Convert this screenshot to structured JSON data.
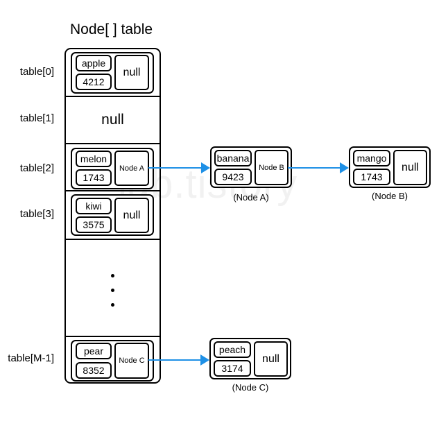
{
  "title": "Node[ ] table",
  "row_labels": [
    "table[0]",
    "table[1]",
    "table[2]",
    "table[3]",
    "table[M-1]"
  ],
  "table": {
    "row0": {
      "key": "apple",
      "hash": "4212",
      "next": "null"
    },
    "row1": {
      "value": "null"
    },
    "row2": {
      "key": "melon",
      "hash": "1743",
      "next": "Node A"
    },
    "row3": {
      "key": "kiwi",
      "hash": "3575",
      "next": "null"
    },
    "rowM": {
      "key": "pear",
      "hash": "8352",
      "next": "Node C"
    }
  },
  "nodes": {
    "A": {
      "key": "banana",
      "hash": "9423",
      "next": "Node B",
      "caption": "(Node A)"
    },
    "B": {
      "key": "mango",
      "hash": "1743",
      "next": "null",
      "caption": "(Node B)"
    },
    "C": {
      "key": "peach",
      "hash": "3174",
      "next": "null",
      "caption": "(Node C)"
    }
  },
  "watermark": "lab.tistory",
  "colors": {
    "arrow": "#1e90e6",
    "border": "#000000"
  }
}
